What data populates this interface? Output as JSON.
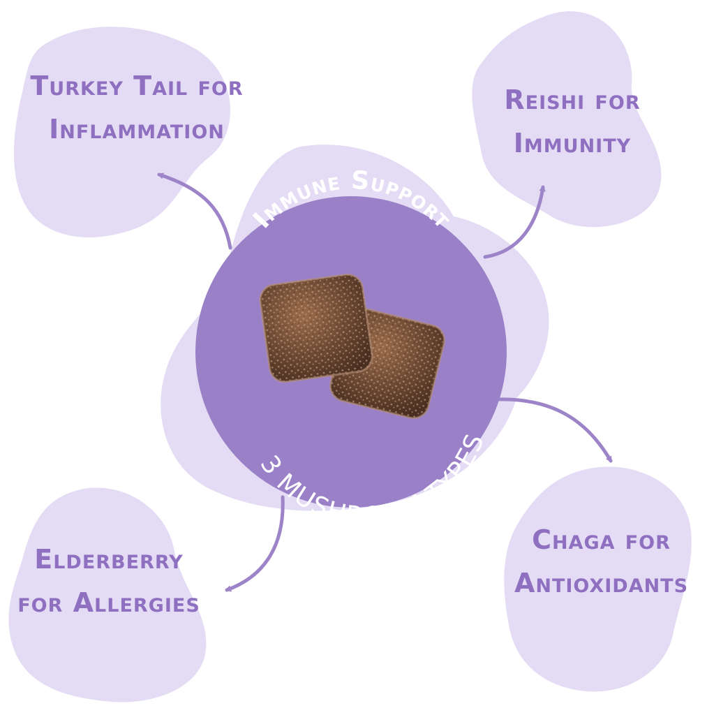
{
  "center_badge": {
    "top_text": "Immune Support",
    "bottom_text": "3 MUSHROOM TYPES",
    "color": "#9a80c7"
  },
  "benefits": [
    {
      "line1": "Turkey Tail for",
      "line2": "Inflammation"
    },
    {
      "line1": "Reishi for",
      "line2": "Immunity"
    },
    {
      "line1": "Elderberry",
      "line2": "for Allergies"
    },
    {
      "line1": "Chaga for",
      "line2": "Antioxidants"
    }
  ],
  "colors": {
    "blob": "#e4dcf4",
    "text": "#8e6fc0",
    "arrow": "#9d84c9",
    "gummy": "#6e4a33"
  }
}
